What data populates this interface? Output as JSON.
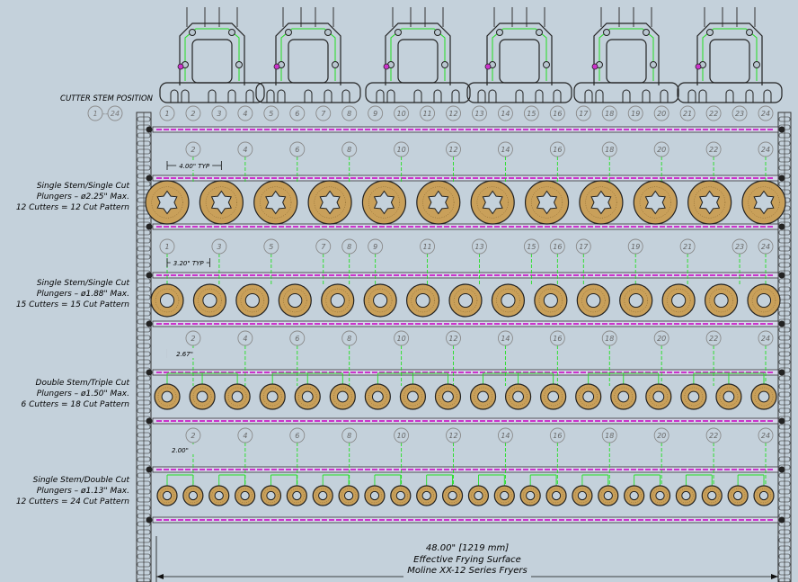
{
  "header": {
    "cutter_stem_position_label": "CUTTER STEM POSITION",
    "range_start": "1",
    "range_dash": "--",
    "range_end": "24",
    "stem_positions": [
      "1",
      "2",
      "3",
      "4",
      "5",
      "6",
      "7",
      "8",
      "9",
      "10",
      "11",
      "12",
      "13",
      "14",
      "15",
      "16",
      "17",
      "18",
      "19",
      "20",
      "21",
      "22",
      "23",
      "24"
    ]
  },
  "rows": [
    {
      "description": [
        "Single Stem/Single Cut",
        "Plungers – ø2.25\" Max.",
        "12 Cutters = 12 Cut Pattern"
      ],
      "stem_numbers": [
        "2",
        "4",
        "6",
        "8",
        "10",
        "12",
        "14",
        "16",
        "18",
        "20",
        "22",
        "24"
      ],
      "dimension": "4.00\" TYP",
      "plunger_count": 12
    },
    {
      "description": [
        "Single Stem/Single Cut",
        "Plungers – ø1.88\" Max.",
        "15 Cutters = 15 Cut Pattern"
      ],
      "stem_numbers": [
        "1",
        "3",
        "5",
        "7",
        "8",
        "9",
        "11",
        "13",
        "15",
        "16",
        "17",
        "19",
        "21",
        "23",
        "24"
      ],
      "dimension": "3.20\" TYP",
      "plunger_count": 15
    },
    {
      "description": [
        "Double Stem/Triple Cut",
        "Plungers – ø1.50\" Max.",
        "6 Cutters = 18 Cut Pattern"
      ],
      "stem_numbers": [
        "2",
        "4",
        "6",
        "8",
        "10",
        "12",
        "14",
        "16",
        "18",
        "20",
        "22",
        "24"
      ],
      "dimension": "2.67\"",
      "plunger_count": 18
    },
    {
      "description": [
        "Single Stem/Double Cut",
        "Plungers – ø1.13\" Max.",
        "12 Cutters = 24 Cut Pattern"
      ],
      "stem_numbers": [
        "2",
        "4",
        "6",
        "8",
        "10",
        "12",
        "14",
        "16",
        "18",
        "20",
        "22",
        "24"
      ],
      "dimension": "2.00\"",
      "plunger_count": 24
    }
  ],
  "footer": {
    "width": "48.00\" [1219 mm]",
    "line2": "Effective Frying Surface",
    "line3": "Moline XX-12 Series Fryers"
  },
  "colors": {
    "background": "#c4d1db",
    "guide_green": "#22e022",
    "rail_magenta": "#cc33cc",
    "plunger_fill": "#c9a05a",
    "circle_outline": "#8a8a8a"
  }
}
